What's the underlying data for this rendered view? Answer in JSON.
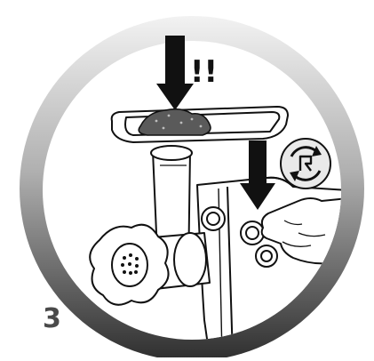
{
  "step": {
    "number": "3"
  },
  "warning": {
    "text": "!!"
  },
  "icons": {
    "reverse_button_symbol": "reverse-rotation-icon",
    "arrows": [
      "down-arrow-into-tray",
      "down-arrow-onto-button"
    ]
  },
  "colors": {
    "ring_dark": "#3c3c3c",
    "ring_light": "#d9d9d9",
    "line": "#111111",
    "meat": "#5a5a5a",
    "step_text": "#4a4a4a"
  }
}
